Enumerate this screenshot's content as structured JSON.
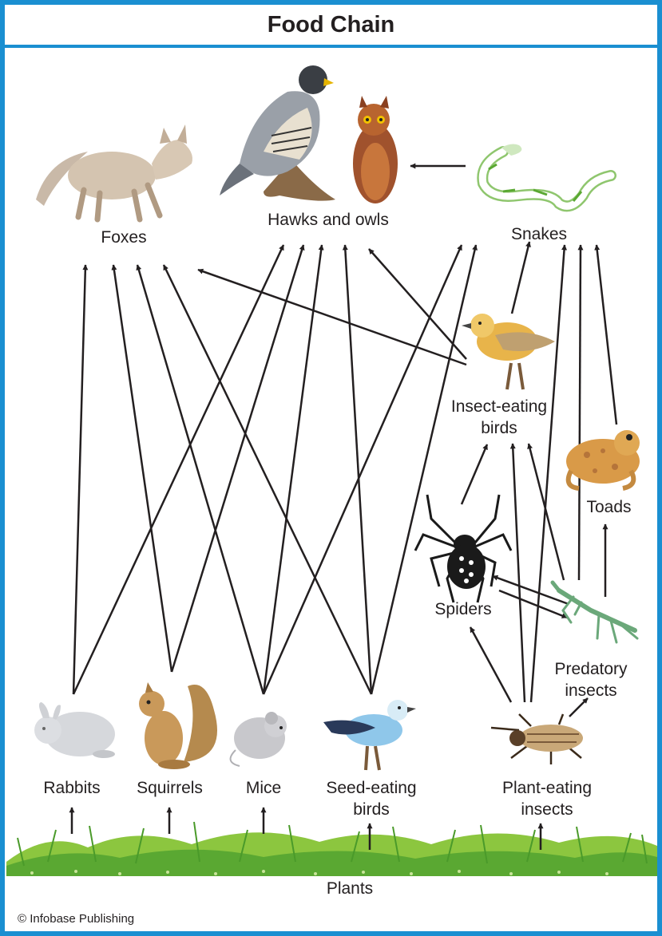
{
  "title": "Food Chain",
  "copyright": "© Infobase Publishing",
  "colors": {
    "frame": "#1a8fd1",
    "arrow": "#231f20",
    "grass": "#7cc242",
    "grass_dark": "#4a9a2a"
  },
  "nodes": {
    "foxes": "Foxes",
    "hawks_owls": "Hawks and owls",
    "snakes": "Snakes",
    "insect_birds_1": "Insect-eating",
    "insect_birds_2": "birds",
    "toads": "Toads",
    "spiders": "Spiders",
    "predatory_1": "Predatory",
    "predatory_2": "insects",
    "rabbits": "Rabbits",
    "squirrels": "Squirrels",
    "mice": "Mice",
    "seed_birds_1": "Seed-eating",
    "seed_birds_2": "birds",
    "plant_insects_1": "Plant-eating",
    "plant_insects_2": "insects",
    "plants": "Plants"
  },
  "icons": [
    "fox-icon",
    "hawk-icon",
    "owl-icon",
    "snake-icon",
    "insect-eating-bird-icon",
    "toad-icon",
    "spider-icon",
    "mantis-icon",
    "rabbit-icon",
    "squirrel-icon",
    "mouse-icon",
    "seed-eating-bird-icon",
    "beetle-icon",
    "grass-icon"
  ]
}
